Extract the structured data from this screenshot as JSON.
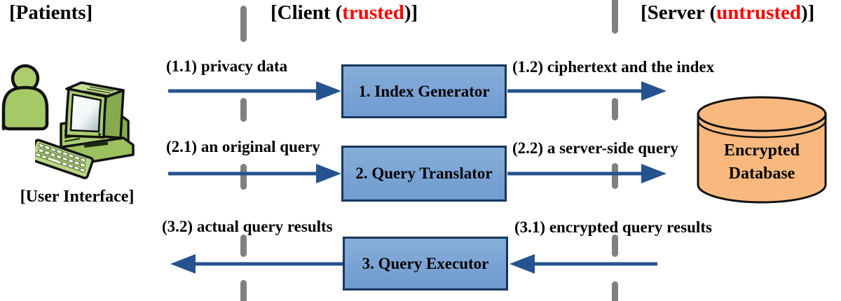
{
  "columns": {
    "patients": {
      "label": "[Patients]"
    },
    "client": {
      "prefix": "[Client (",
      "highlight": "trusted",
      "suffix": ")]"
    },
    "server": {
      "prefix": "[Server (",
      "highlight": "untrusted",
      "suffix": ")]"
    }
  },
  "user_interface": {
    "label": "[User Interface]"
  },
  "boxes": [
    {
      "label": "1. Index Generator"
    },
    {
      "label": "2. Query Translator"
    },
    {
      "label": "3. Query Executor"
    }
  ],
  "labels": {
    "l11": "(1.1) privacy data",
    "l12": "(1.2) ciphertext and the index",
    "l21": "(2.1) an original query",
    "l22": "(2.2) a server-side query",
    "l31": "(3.1) encrypted query results",
    "l32": "(3.2) actual query results"
  },
  "database": {
    "line1": "Encrypted",
    "line2": "Database"
  },
  "colors": {
    "highlight_red": "#ff0000",
    "box_fill": "#7aa3d4",
    "box_border": "#16365c",
    "arrow_blue": "#25538f",
    "database_fill": "#f9b97e",
    "dash_gray": "#808080",
    "icon_green": "#a9cd6d"
  }
}
